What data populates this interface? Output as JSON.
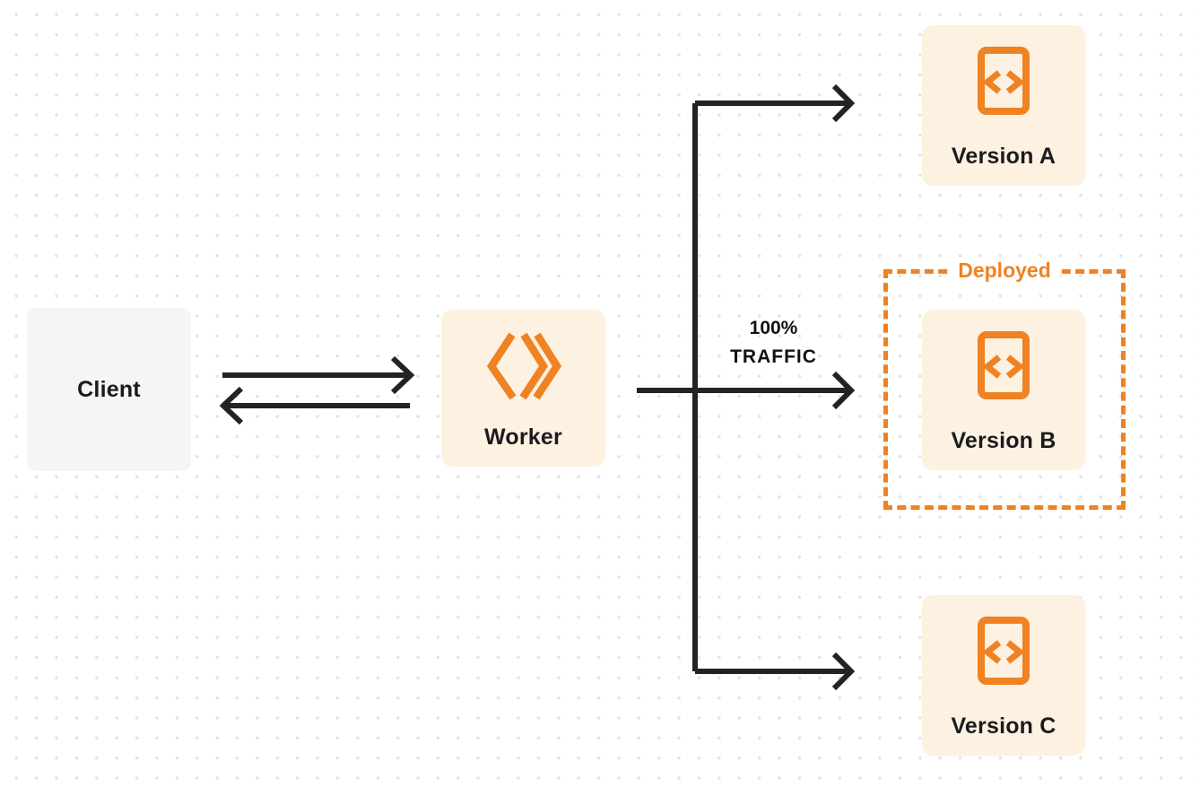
{
  "colors": {
    "accent_orange": "#ef8223",
    "card_cream": "#fdf1e2",
    "card_gray": "#f5f5f6",
    "connector_dark": "#232326",
    "dot_grid": "#e3e3e6",
    "text_dark": "#1b1b1e"
  },
  "nodes": {
    "client": {
      "label": "Client"
    },
    "worker": {
      "label": "Worker",
      "icon": "cloudflare-workers-icon"
    },
    "versions": [
      {
        "label": "Version A",
        "icon": "code-file-icon"
      },
      {
        "label": "Version B",
        "icon": "code-file-icon"
      },
      {
        "label": "Version C",
        "icon": "code-file-icon"
      }
    ]
  },
  "annotations": {
    "traffic": {
      "line1": "100%",
      "line2": "TRAFFIC"
    },
    "deployed": {
      "label": "Deployed"
    }
  }
}
